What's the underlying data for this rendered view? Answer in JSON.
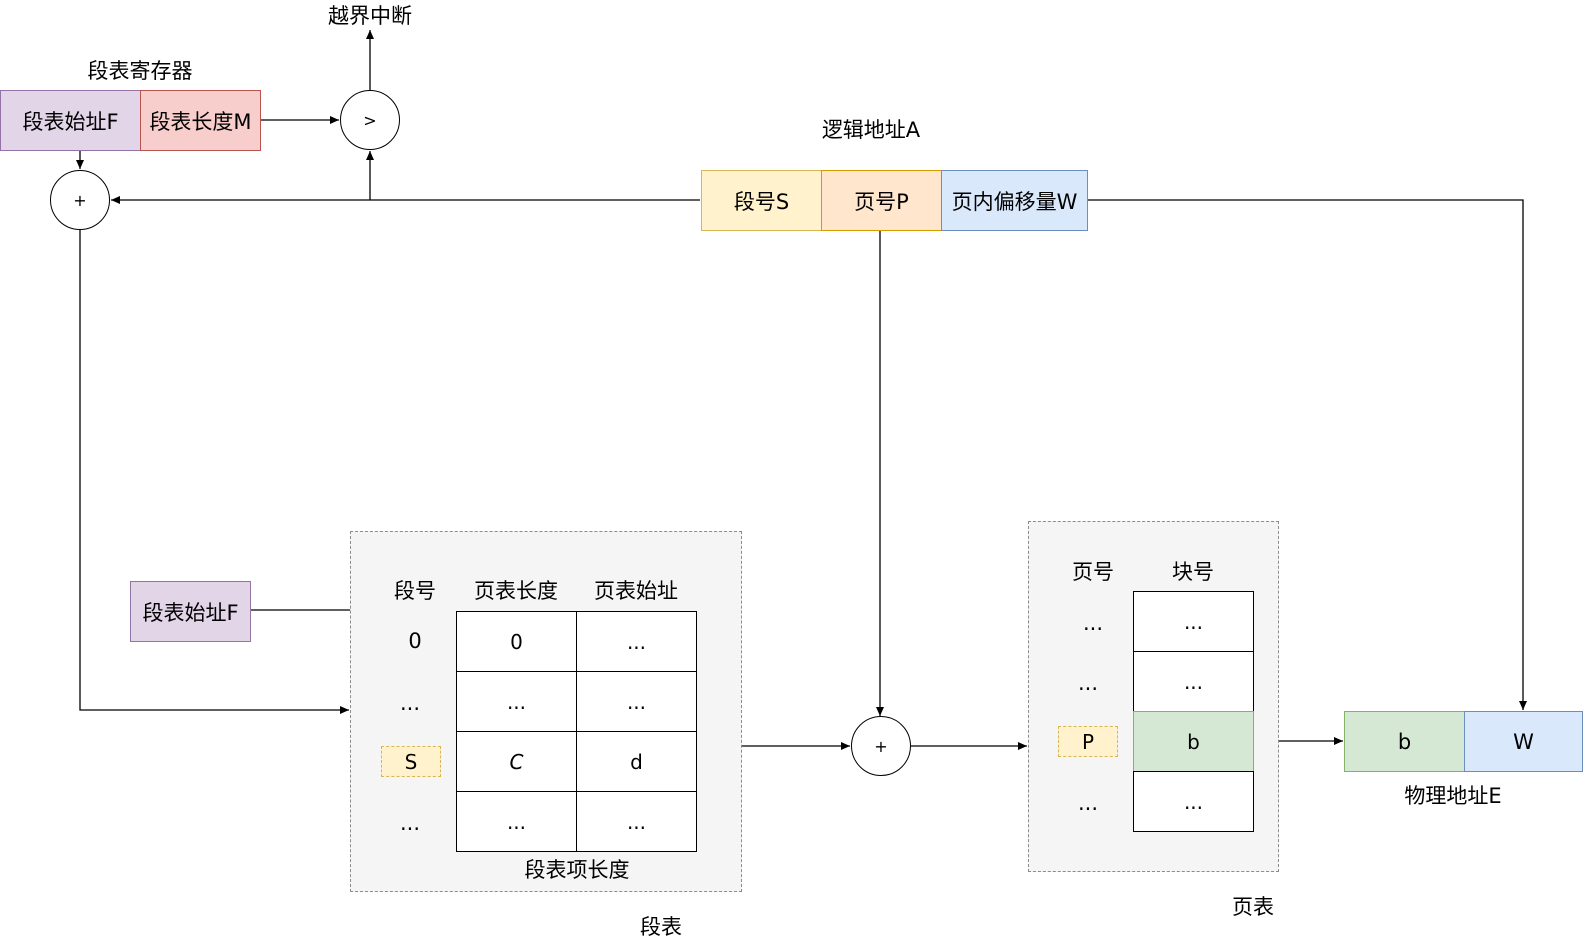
{
  "interrupt_label": "越界中断",
  "register": {
    "title": "段表寄存器",
    "start_address": "段表始址F",
    "length": "段表长度M"
  },
  "compare_symbol": ">",
  "add_symbol": "+",
  "logical_address": {
    "title": "逻辑地址A",
    "segment_no": "段号S",
    "page_no": "页号P",
    "offset": "页内偏移量W"
  },
  "segment_table": {
    "caption": "段表",
    "start_label": "段表始址F",
    "headers": [
      "段号",
      "页表长度",
      "页表始址"
    ],
    "row_labels": [
      "0",
      "...",
      "S",
      "..."
    ],
    "rows": [
      [
        "0",
        "..."
      ],
      [
        "...",
        "..."
      ],
      [
        "C",
        "d"
      ],
      [
        "...",
        "..."
      ]
    ],
    "entry_length_label": "段表项长度"
  },
  "page_table": {
    "caption": "页表",
    "headers": [
      "页号",
      "块号"
    ],
    "row_labels": [
      "...",
      "...",
      "P",
      "..."
    ],
    "rows": [
      "...",
      "...",
      "b",
      "..."
    ]
  },
  "physical_address": {
    "title": "物理地址E",
    "block": "b",
    "offset": "W"
  }
}
